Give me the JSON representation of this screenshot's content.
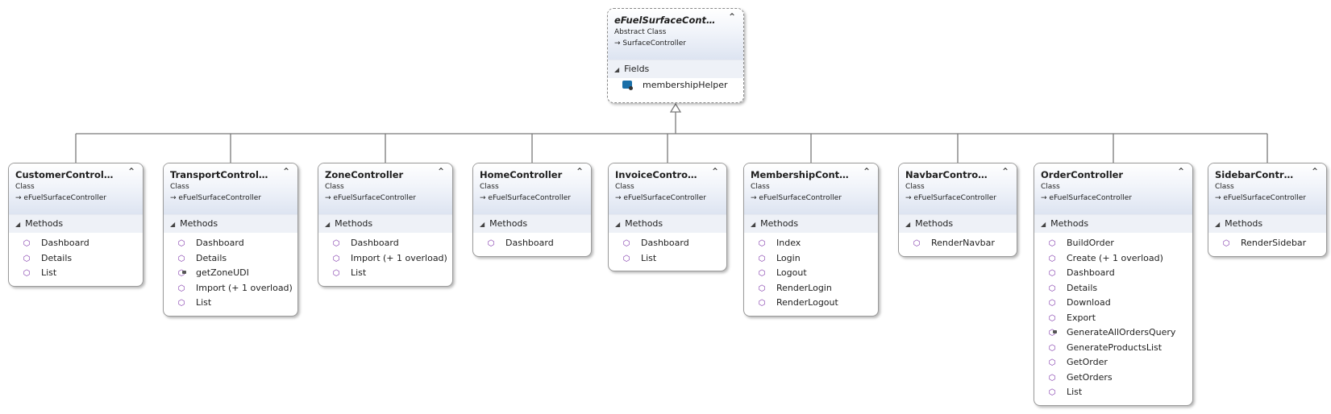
{
  "parent": {
    "name": "eFuelSurfaceController",
    "kind": "Abstract Class",
    "base": "SurfaceController",
    "section": "Fields",
    "fields": [
      "membershipHelper"
    ]
  },
  "classes": [
    {
      "name": "CustomerController",
      "kind": "Class",
      "base": "eFuelSurfaceController",
      "section": "Methods",
      "members": [
        {
          "name": "Dashboard",
          "private": false
        },
        {
          "name": "Details",
          "private": false
        },
        {
          "name": "List",
          "private": false
        }
      ]
    },
    {
      "name": "TransportController",
      "kind": "Class",
      "base": "eFuelSurfaceController",
      "section": "Methods",
      "members": [
        {
          "name": "Dashboard",
          "private": false
        },
        {
          "name": "Details",
          "private": false
        },
        {
          "name": "getZoneUDI",
          "private": true
        },
        {
          "name": "Import (+ 1 overload)",
          "private": false
        },
        {
          "name": "List",
          "private": false
        }
      ]
    },
    {
      "name": "ZoneController",
      "kind": "Class",
      "base": "eFuelSurfaceController",
      "section": "Methods",
      "members": [
        {
          "name": "Dashboard",
          "private": false
        },
        {
          "name": "Import (+ 1 overload)",
          "private": false
        },
        {
          "name": "List",
          "private": false
        }
      ]
    },
    {
      "name": "HomeController",
      "kind": "Class",
      "base": "eFuelSurfaceController",
      "section": "Methods",
      "members": [
        {
          "name": "Dashboard",
          "private": false
        }
      ]
    },
    {
      "name": "InvoiceController",
      "kind": "Class",
      "base": "eFuelSurfaceController",
      "section": "Methods",
      "members": [
        {
          "name": "Dashboard",
          "private": false
        },
        {
          "name": "List",
          "private": false
        }
      ]
    },
    {
      "name": "MembershipControl...",
      "kind": "Class",
      "base": "eFuelSurfaceController",
      "section": "Methods",
      "members": [
        {
          "name": "Index",
          "private": false
        },
        {
          "name": "Login",
          "private": false
        },
        {
          "name": "Logout",
          "private": false
        },
        {
          "name": "RenderLogin",
          "private": false
        },
        {
          "name": "RenderLogout",
          "private": false
        }
      ]
    },
    {
      "name": "NavbarController",
      "kind": "Class",
      "base": "eFuelSurfaceController",
      "section": "Methods",
      "members": [
        {
          "name": "RenderNavbar",
          "private": false
        }
      ]
    },
    {
      "name": "OrderController",
      "kind": "Class",
      "base": "eFuelSurfaceController",
      "section": "Methods",
      "members": [
        {
          "name": "BuildOrder",
          "private": false
        },
        {
          "name": "Create (+ 1 overload)",
          "private": false
        },
        {
          "name": "Dashboard",
          "private": false
        },
        {
          "name": "Details",
          "private": false
        },
        {
          "name": "Download",
          "private": false
        },
        {
          "name": "Export",
          "private": false
        },
        {
          "name": "GenerateAllOrdersQuery",
          "private": true
        },
        {
          "name": "GenerateProductsList",
          "private": false
        },
        {
          "name": "GetOrder",
          "private": false
        },
        {
          "name": "GetOrders",
          "private": false
        },
        {
          "name": "List",
          "private": false
        }
      ]
    },
    {
      "name": "SidebarController",
      "kind": "Class",
      "base": "eFuelSurfaceController",
      "section": "Methods",
      "members": [
        {
          "name": "RenderSidebar",
          "private": false
        }
      ]
    }
  ],
  "icons": {
    "collapse": "double-chevron-up-icon",
    "expand": "triangle-expanded-icon",
    "inherits": "inheritance-arrow-icon",
    "method": "method-cube-icon",
    "private_method": "private-method-lock-icon",
    "field": "field-icon"
  },
  "colors": {
    "header_gradient_bottom": "#dde4f1",
    "section_bg": "#eef1f7",
    "method_icon": "#7b2fa8",
    "field_icon": "#1a6fa8",
    "connector": "#7a7a7a"
  }
}
